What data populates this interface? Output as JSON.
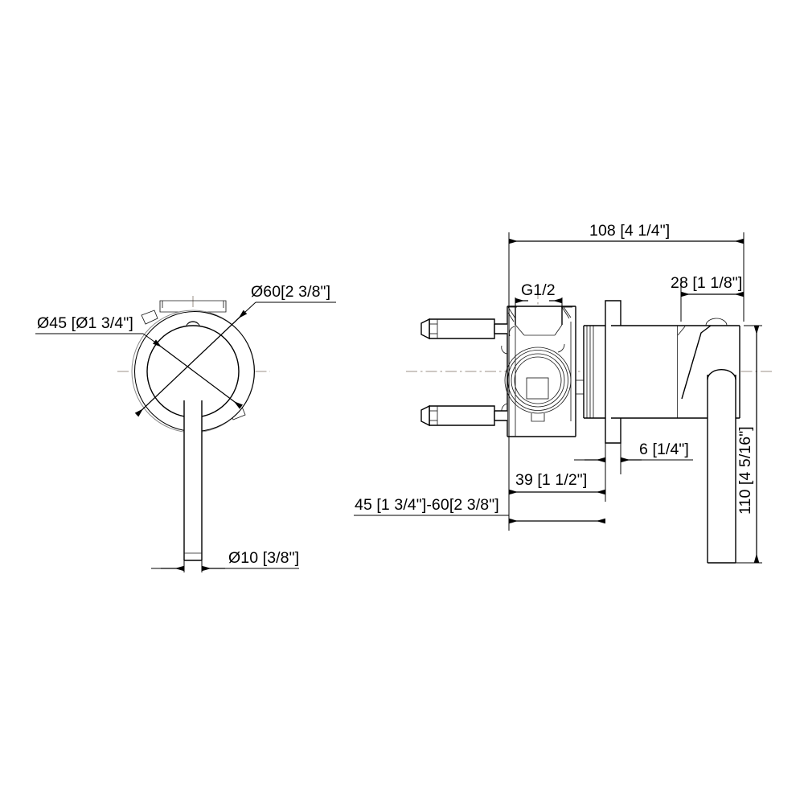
{
  "drawing": {
    "title": "Wall-mounted single-lever mixer valve technical drawing",
    "background_color": "#ffffff",
    "line_color": "#000000",
    "centerline_color": "#9b9287",
    "views": [
      {
        "name": "front-view",
        "description": "Front elevation showing round escutcheon plate and lever handle"
      },
      {
        "name": "side-view",
        "description": "Side elevation section showing valve body, inlets, cartridge and lever"
      }
    ],
    "dimensions": {
      "escutcheon_outer": "Ø60[2 3/8\"]",
      "escutcheon_inner": "Ø45 [Ø1 3/4\"]",
      "lever_diameter": "Ø10 [3/8\"]",
      "overall_length": "108 [4 1/4\"]",
      "inlet_thread": "G1/2",
      "handle_depth": "28 [1 1/8\"]",
      "plate_thickness": "6 [1/4\"]",
      "body_depth": "39 [1 1/2\"]",
      "wall_range": "45 [1 3/4\"]-60[2 3/8\"]",
      "lever_height": "110 [4 5/16\"]"
    }
  }
}
